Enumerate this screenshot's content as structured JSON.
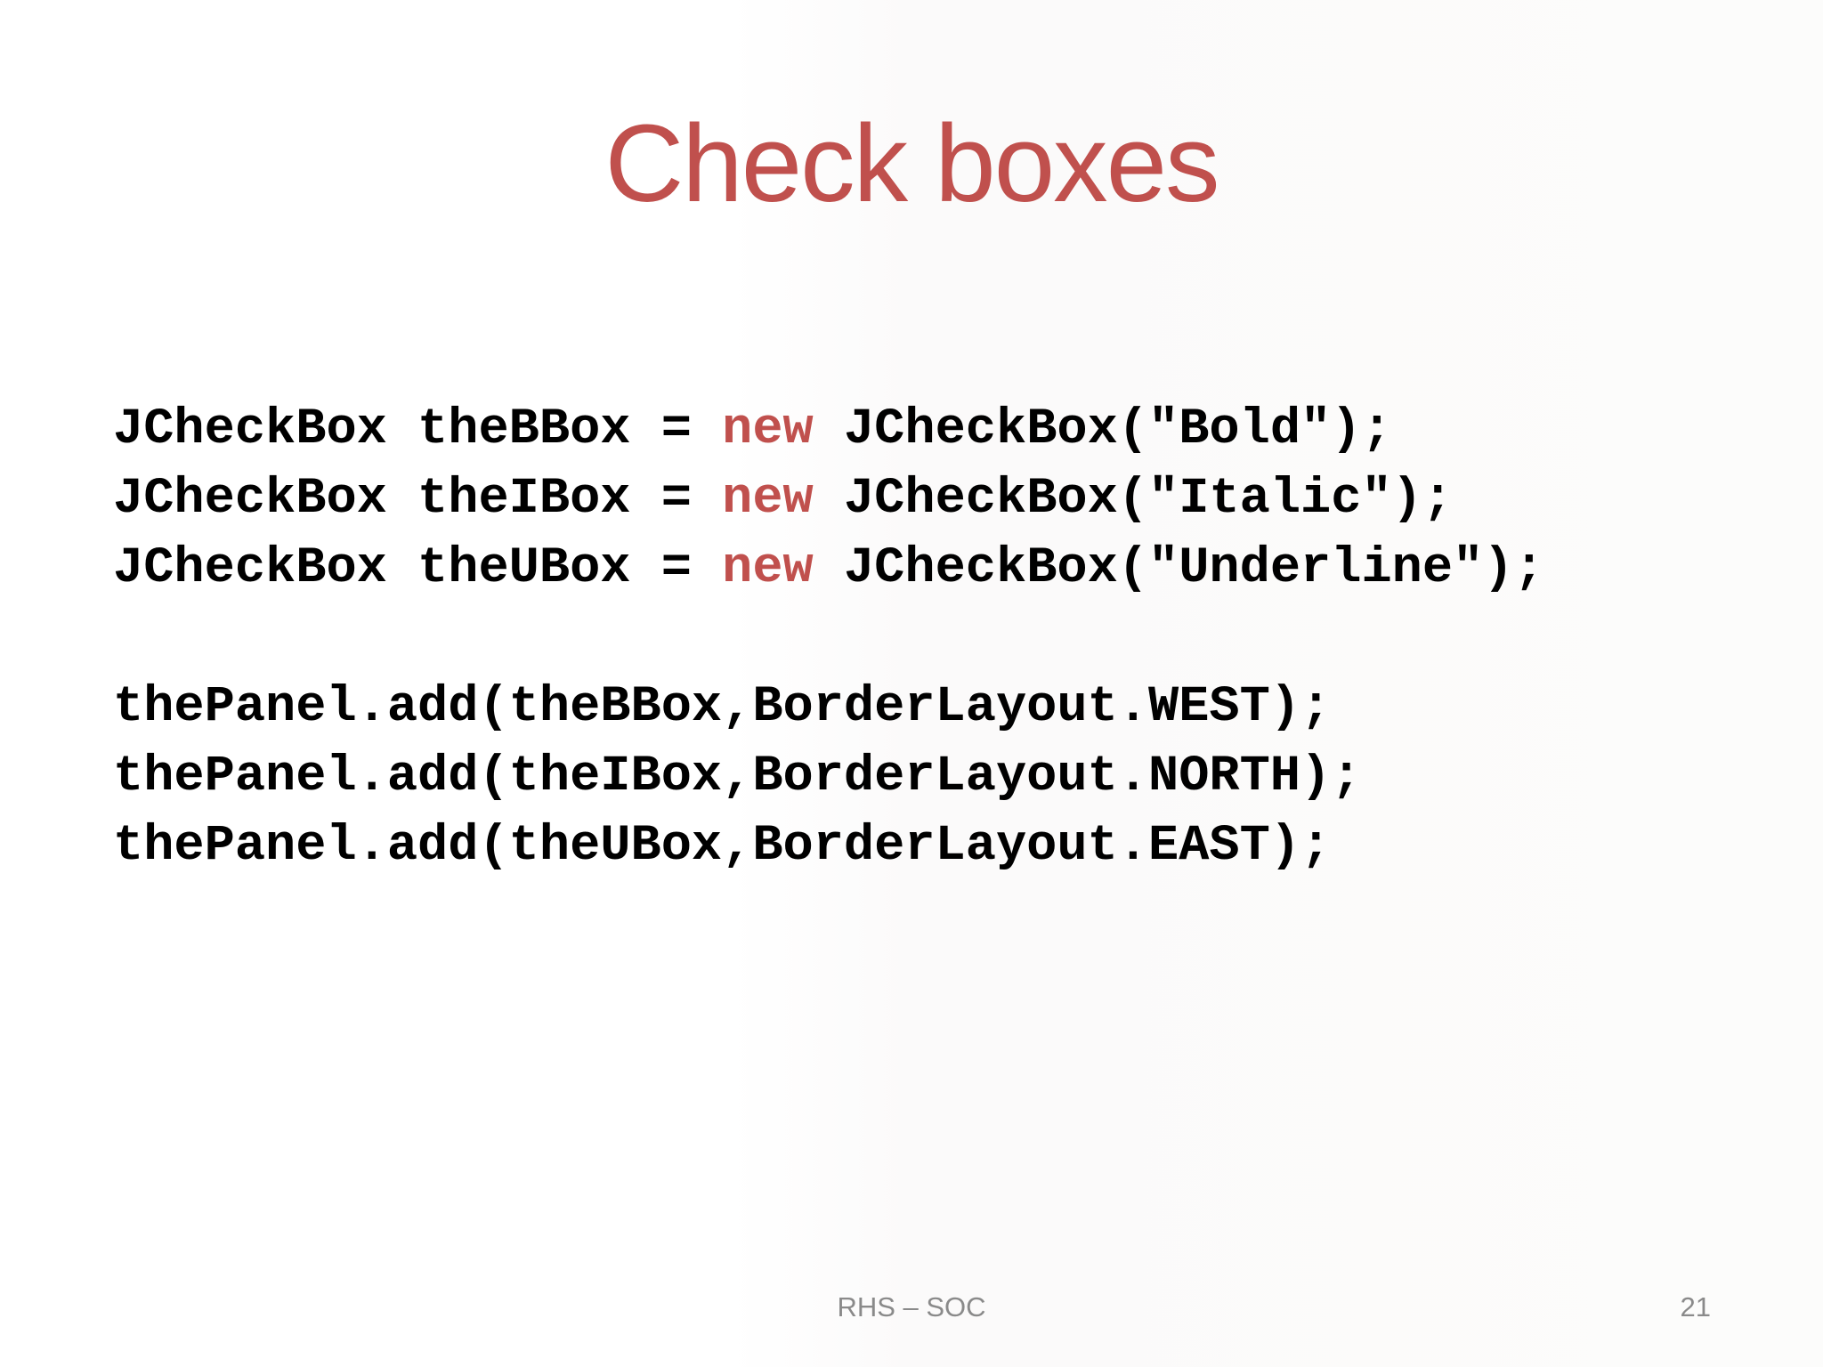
{
  "slide": {
    "title": "Check boxes",
    "colors": {
      "title_red": "#c0504d",
      "keyword_red": "#c0504d",
      "code_black": "#000000",
      "footer_gray": "#8a8a8a",
      "background": "#ffffff"
    },
    "code": {
      "block1": [
        {
          "pre": "JCheckBox theBBox = ",
          "keyword": "new",
          "post": " JCheckBox(\"Bold\");"
        },
        {
          "pre": "JCheckBox theIBox = ",
          "keyword": "new",
          "post": " JCheckBox(\"Italic\");"
        },
        {
          "pre": "JCheckBox theUBox = ",
          "keyword": "new",
          "post": " JCheckBox(\"Underline\");"
        }
      ],
      "block2": [
        "thePanel.add(theBBox,BorderLayout.WEST);",
        "thePanel.add(theIBox,BorderLayout.NORTH);",
        "thePanel.add(theUBox,BorderLayout.EAST);"
      ]
    },
    "footer": {
      "center_text": "RHS – SOC",
      "page_number": "21"
    }
  }
}
